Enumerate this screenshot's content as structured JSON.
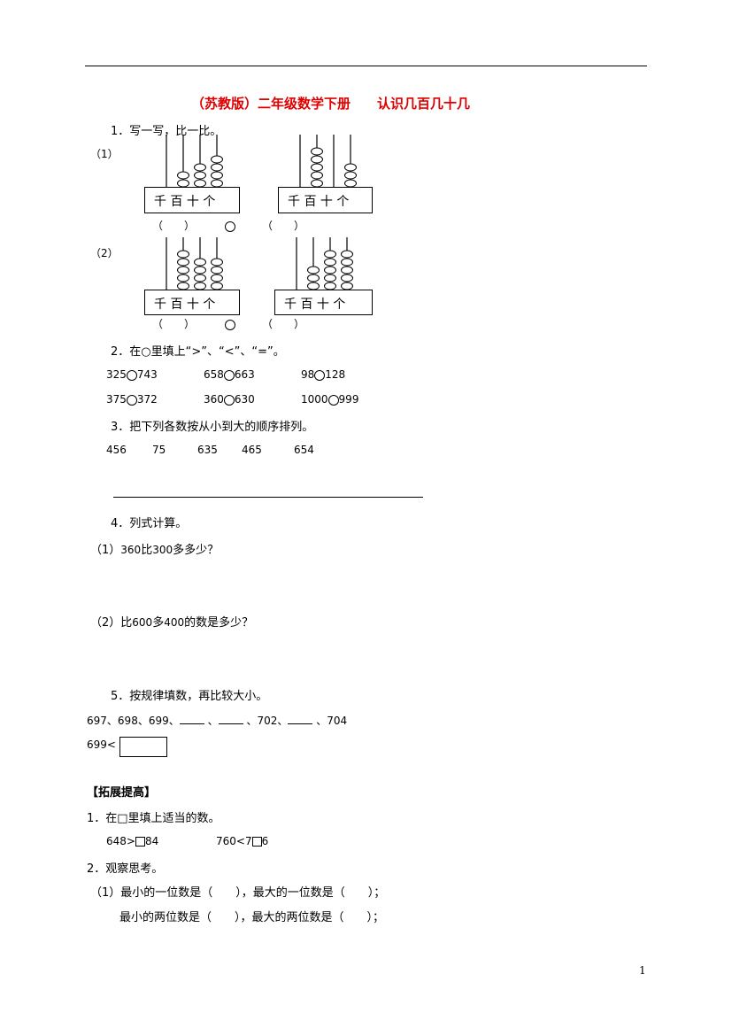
{
  "title": "（苏教版）二年级数学下册　　认识几百几十几",
  "q1": {
    "heading": "1．写一写，比一比。",
    "p1": "（1）",
    "p2": "（2）",
    "place_labels": "千 百 十 个",
    "answer_left": "（　　）",
    "answer_right": "（　　）",
    "abacus": [
      {
        "beads": [
          0,
          2,
          3,
          4
        ]
      },
      {
        "beads": [
          0,
          5,
          0,
          3
        ]
      },
      {
        "beads": [
          0,
          5,
          4,
          4
        ]
      },
      {
        "beads": [
          0,
          3,
          5,
          5
        ]
      }
    ]
  },
  "q2": {
    "heading": "2．在○里填上“>”、“<”、“=”。",
    "rows": [
      [
        [
          "325",
          "743"
        ],
        [
          "658",
          "663"
        ],
        [
          "98",
          "128"
        ]
      ],
      [
        [
          "375",
          "372"
        ],
        [
          "360",
          "630"
        ],
        [
          "1000",
          "999"
        ]
      ]
    ]
  },
  "q3": {
    "heading": "3．把下列各数按从小到大的顺序排列。",
    "numbers": [
      "456",
      "75",
      "635",
      "465",
      "654"
    ]
  },
  "q4": {
    "heading": "4．列式计算。",
    "item1": {
      "prefix": "（1）",
      "a": "360",
      "mid": "比",
      "b": "300",
      "suffix": "多多少？"
    },
    "item2": {
      "prefix": "（2）比",
      "a": "600",
      "mid": "多",
      "b": "400",
      "suffix": "的数是多少？"
    }
  },
  "q5": {
    "heading": "5．按规律填数，再比较大小。",
    "seq": [
      "697",
      "698",
      "699",
      "702",
      "704"
    ],
    "sep": "、",
    "compare": "699<"
  },
  "ext": {
    "heading": "【拓展提高】",
    "q1_heading": "1．在□里填上适当的数。",
    "q1_left_a": "648>",
    "q1_left_b": "84",
    "q1_right_a": "760<7",
    "q1_right_b": "6",
    "q2_heading": "2．观察思考。",
    "q2_line1": "（1）最小的一位数是（　　），最大的一位数是（　　）；",
    "q2_line2": "最小的两位数是（　　），最大的两位数是（　　）；"
  },
  "page_number": "1"
}
